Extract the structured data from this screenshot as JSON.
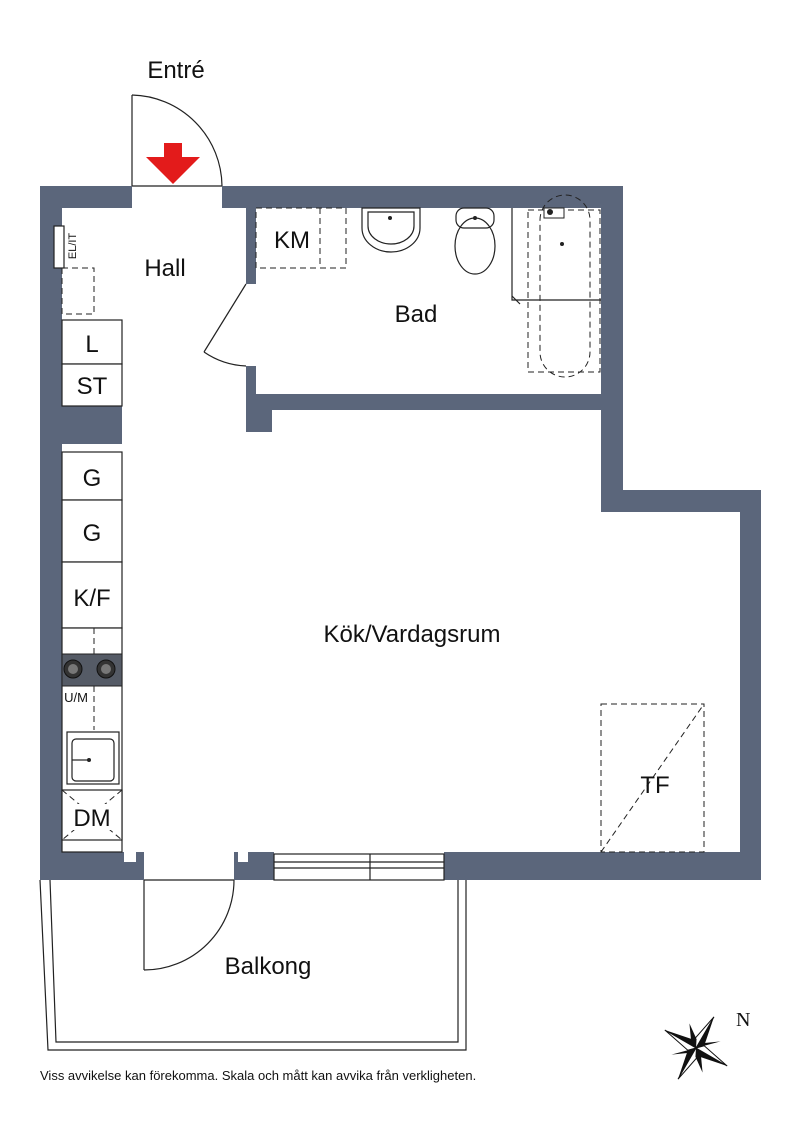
{
  "rooms": {
    "entre": "Entré",
    "hall": "Hall",
    "bad": "Bad",
    "kok": "Kök/Vardagsrum",
    "balkong": "Balkong"
  },
  "fixtures": {
    "el_it": "EL/IT",
    "km": "KM",
    "l": "L",
    "st": "ST",
    "g1": "G",
    "g2": "G",
    "kf": "K/F",
    "um": "U/M",
    "dm": "DM",
    "tf": "TF"
  },
  "compass": {
    "north": "N"
  },
  "disclaimer": "Viss avvikelse kan förekomma. Skala och mått kan avvika från verkligheten.",
  "colors": {
    "wall": "#5b667b",
    "entry_arrow": "#e31b1b"
  },
  "icons": [
    "entry-arrow-icon",
    "compass-rose-icon",
    "stove-burner-icon",
    "sink-icon",
    "toilet-icon",
    "bathtub-icon"
  ]
}
